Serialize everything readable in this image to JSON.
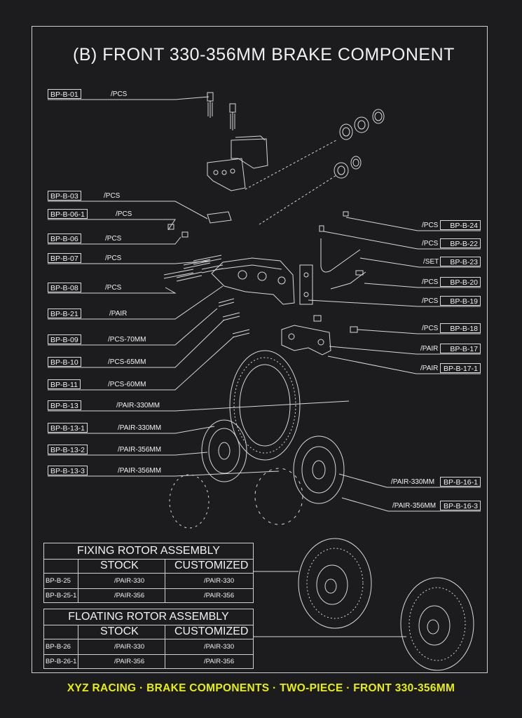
{
  "title": "(B) FRONT  330-356MM  BRAKE  COMPONENT",
  "left_parts": [
    {
      "code": "BP-B-01",
      "qty": "/PCS"
    },
    {
      "code": "BP-B-03",
      "qty": "/PCS"
    },
    {
      "code": "BP-B-06-1",
      "qty": "/PCS"
    },
    {
      "code": "BP-B-06",
      "qty": "/PCS"
    },
    {
      "code": "BP-B-07",
      "qty": "/PCS"
    },
    {
      "code": "BP-B-08",
      "qty": "/PCS"
    },
    {
      "code": "BP-B-21",
      "qty": "/PAIR"
    },
    {
      "code": "BP-B-09",
      "qty": "/PCS-70MM"
    },
    {
      "code": "BP-B-10",
      "qty": "/PCS-65MM"
    },
    {
      "code": "BP-B-11",
      "qty": "/PCS-60MM"
    },
    {
      "code": "BP-B-13",
      "qty": "/PAIR-330MM"
    },
    {
      "code": "BP-B-13-1",
      "qty": "/PAIR-330MM"
    },
    {
      "code": "BP-B-13-2",
      "qty": "/PAIR-356MM"
    },
    {
      "code": "BP-B-13-3",
      "qty": "/PAIR-356MM"
    }
  ],
  "right_parts": [
    {
      "code": "BP-B-24",
      "qty": "/PCS"
    },
    {
      "code": "BP-B-22",
      "qty": "/PCS"
    },
    {
      "code": "BP-B-23",
      "qty": "/SET"
    },
    {
      "code": "BP-B-20",
      "qty": "/PCS"
    },
    {
      "code": "BP-B-19",
      "qty": "/PCS"
    },
    {
      "code": "BP-B-18",
      "qty": "/PCS"
    },
    {
      "code": "BP-B-17",
      "qty": "/PAIR"
    },
    {
      "code": "BP-B-17-1",
      "qty": "/PAIR"
    },
    {
      "code": "BP-B-16-1",
      "qty": "/PAIR-330MM"
    },
    {
      "code": "BP-B-16-3",
      "qty": "/PAIR-356MM"
    }
  ],
  "fixing_table": {
    "caption": "FIXING ROTOR ASSEMBLY",
    "col_stock": "STOCK",
    "col_custom": "CUSTOMIZED",
    "rows": [
      {
        "code": "BP-B-25",
        "stock": "/PAIR-330",
        "custom": "/PAIR-330"
      },
      {
        "code": "BP-B-25-1",
        "stock": "/PAIR-356",
        "custom": "/PAIR-356"
      }
    ]
  },
  "floating_table": {
    "caption": "FLOATING ROTOR ASSEMBLY",
    "col_stock": "STOCK",
    "col_custom": "CUSTOMIZED",
    "rows": [
      {
        "code": "BP-B-26",
        "stock": "/PAIR-330",
        "custom": "/PAIR-330"
      },
      {
        "code": "BP-B-26-1",
        "stock": "/PAIR-356",
        "custom": "/PAIR-356"
      }
    ]
  },
  "footer": "XYZ RACING · BRAKE COMPONENTS · TWO-PIECE · FRONT 330-356MM",
  "colors": {
    "background": "#1c1c1e",
    "line": "#d8d8d8",
    "footer": "#e8f000"
  }
}
